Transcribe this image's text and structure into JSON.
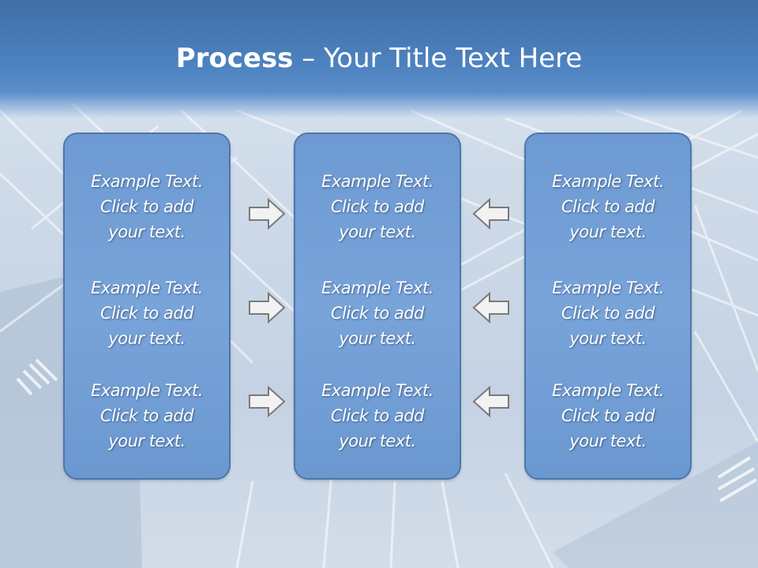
{
  "title": {
    "bold": "Process",
    "rest": " – Your Title Text Here"
  },
  "columns": [
    {
      "items": [
        {
          "line1": "Example Text.",
          "line2": "Click  to add",
          "line3": "your text."
        },
        {
          "line1": "Example Text.",
          "line2": "Click  to add",
          "line3": "your text."
        },
        {
          "line1": "Example Text.",
          "line2": "Click  to add",
          "line3": "your text."
        }
      ]
    },
    {
      "items": [
        {
          "line1": "Example Text.",
          "line2": "Click  to add",
          "line3": "your text."
        },
        {
          "line1": "Example Text.",
          "line2": "Click  to add",
          "line3": "your text."
        },
        {
          "line1": "Example Text.",
          "line2": "Click  to add",
          "line3": "your text."
        }
      ]
    },
    {
      "items": [
        {
          "line1": "Example Text.",
          "line2": "Click  to add",
          "line3": "your text."
        },
        {
          "line1": "Example Text.",
          "line2": "Click  to add",
          "line3": "your text."
        },
        {
          "line1": "Example Text.",
          "line2": "Click  to add",
          "line3": "your text."
        }
      ]
    }
  ],
  "colors": {
    "box_fill": "#78a4da",
    "box_border": "#4f75a8",
    "title_band": "#4d82c0",
    "arrow_fill": "#f2f2f2",
    "arrow_stroke": "#7a7a7a"
  },
  "icons": {
    "left_arrows": "arrow-right-icon",
    "right_arrows": "arrow-left-icon"
  }
}
